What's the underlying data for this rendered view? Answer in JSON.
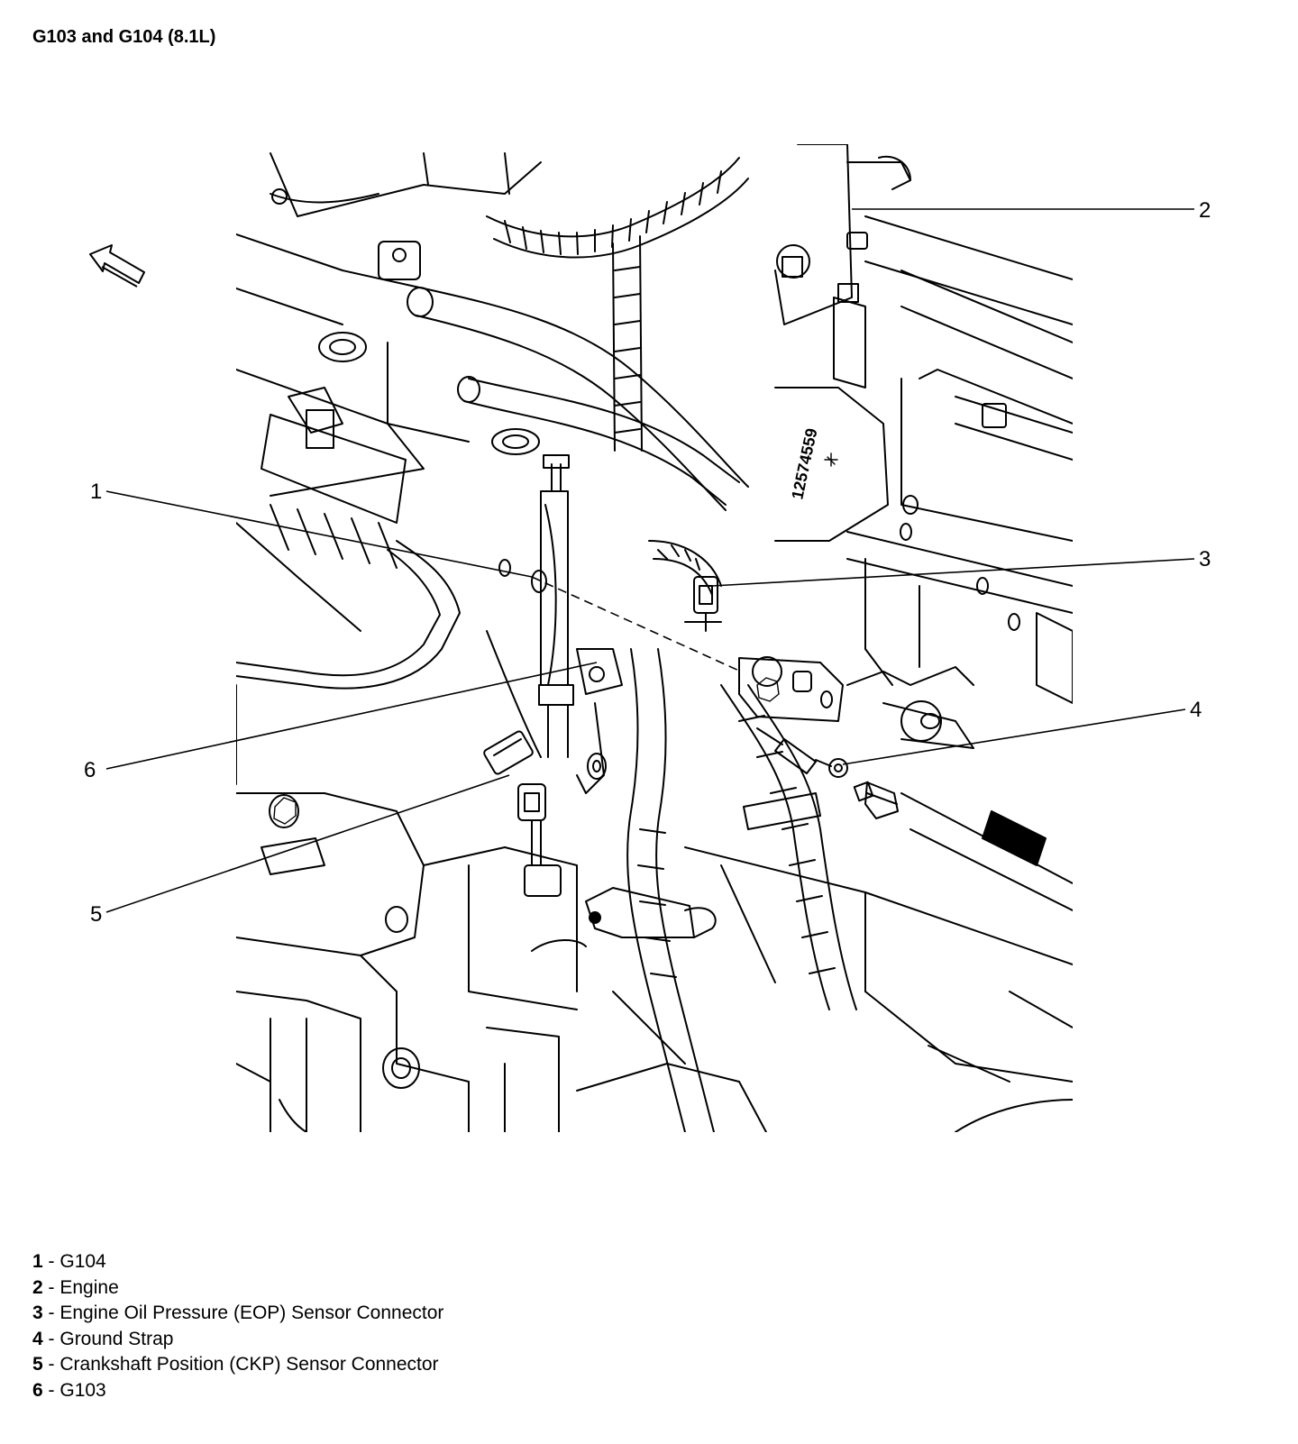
{
  "title": "G103 and G104 (8.1L)",
  "callouts": [
    {
      "num": "1",
      "label": "G104"
    },
    {
      "num": "2",
      "label": "Engine"
    },
    {
      "num": "3",
      "label": "Engine Oil Pressure (EOP) Sensor Connector"
    },
    {
      "num": "4",
      "label": "Ground Strap"
    },
    {
      "num": "5",
      "label": "Crankshaft Position (CKP) Sensor Connector"
    },
    {
      "num": "6",
      "label": "G103"
    }
  ],
  "part_stamp": "12574559",
  "icons": {
    "direction": "front-direction-arrow-icon"
  }
}
